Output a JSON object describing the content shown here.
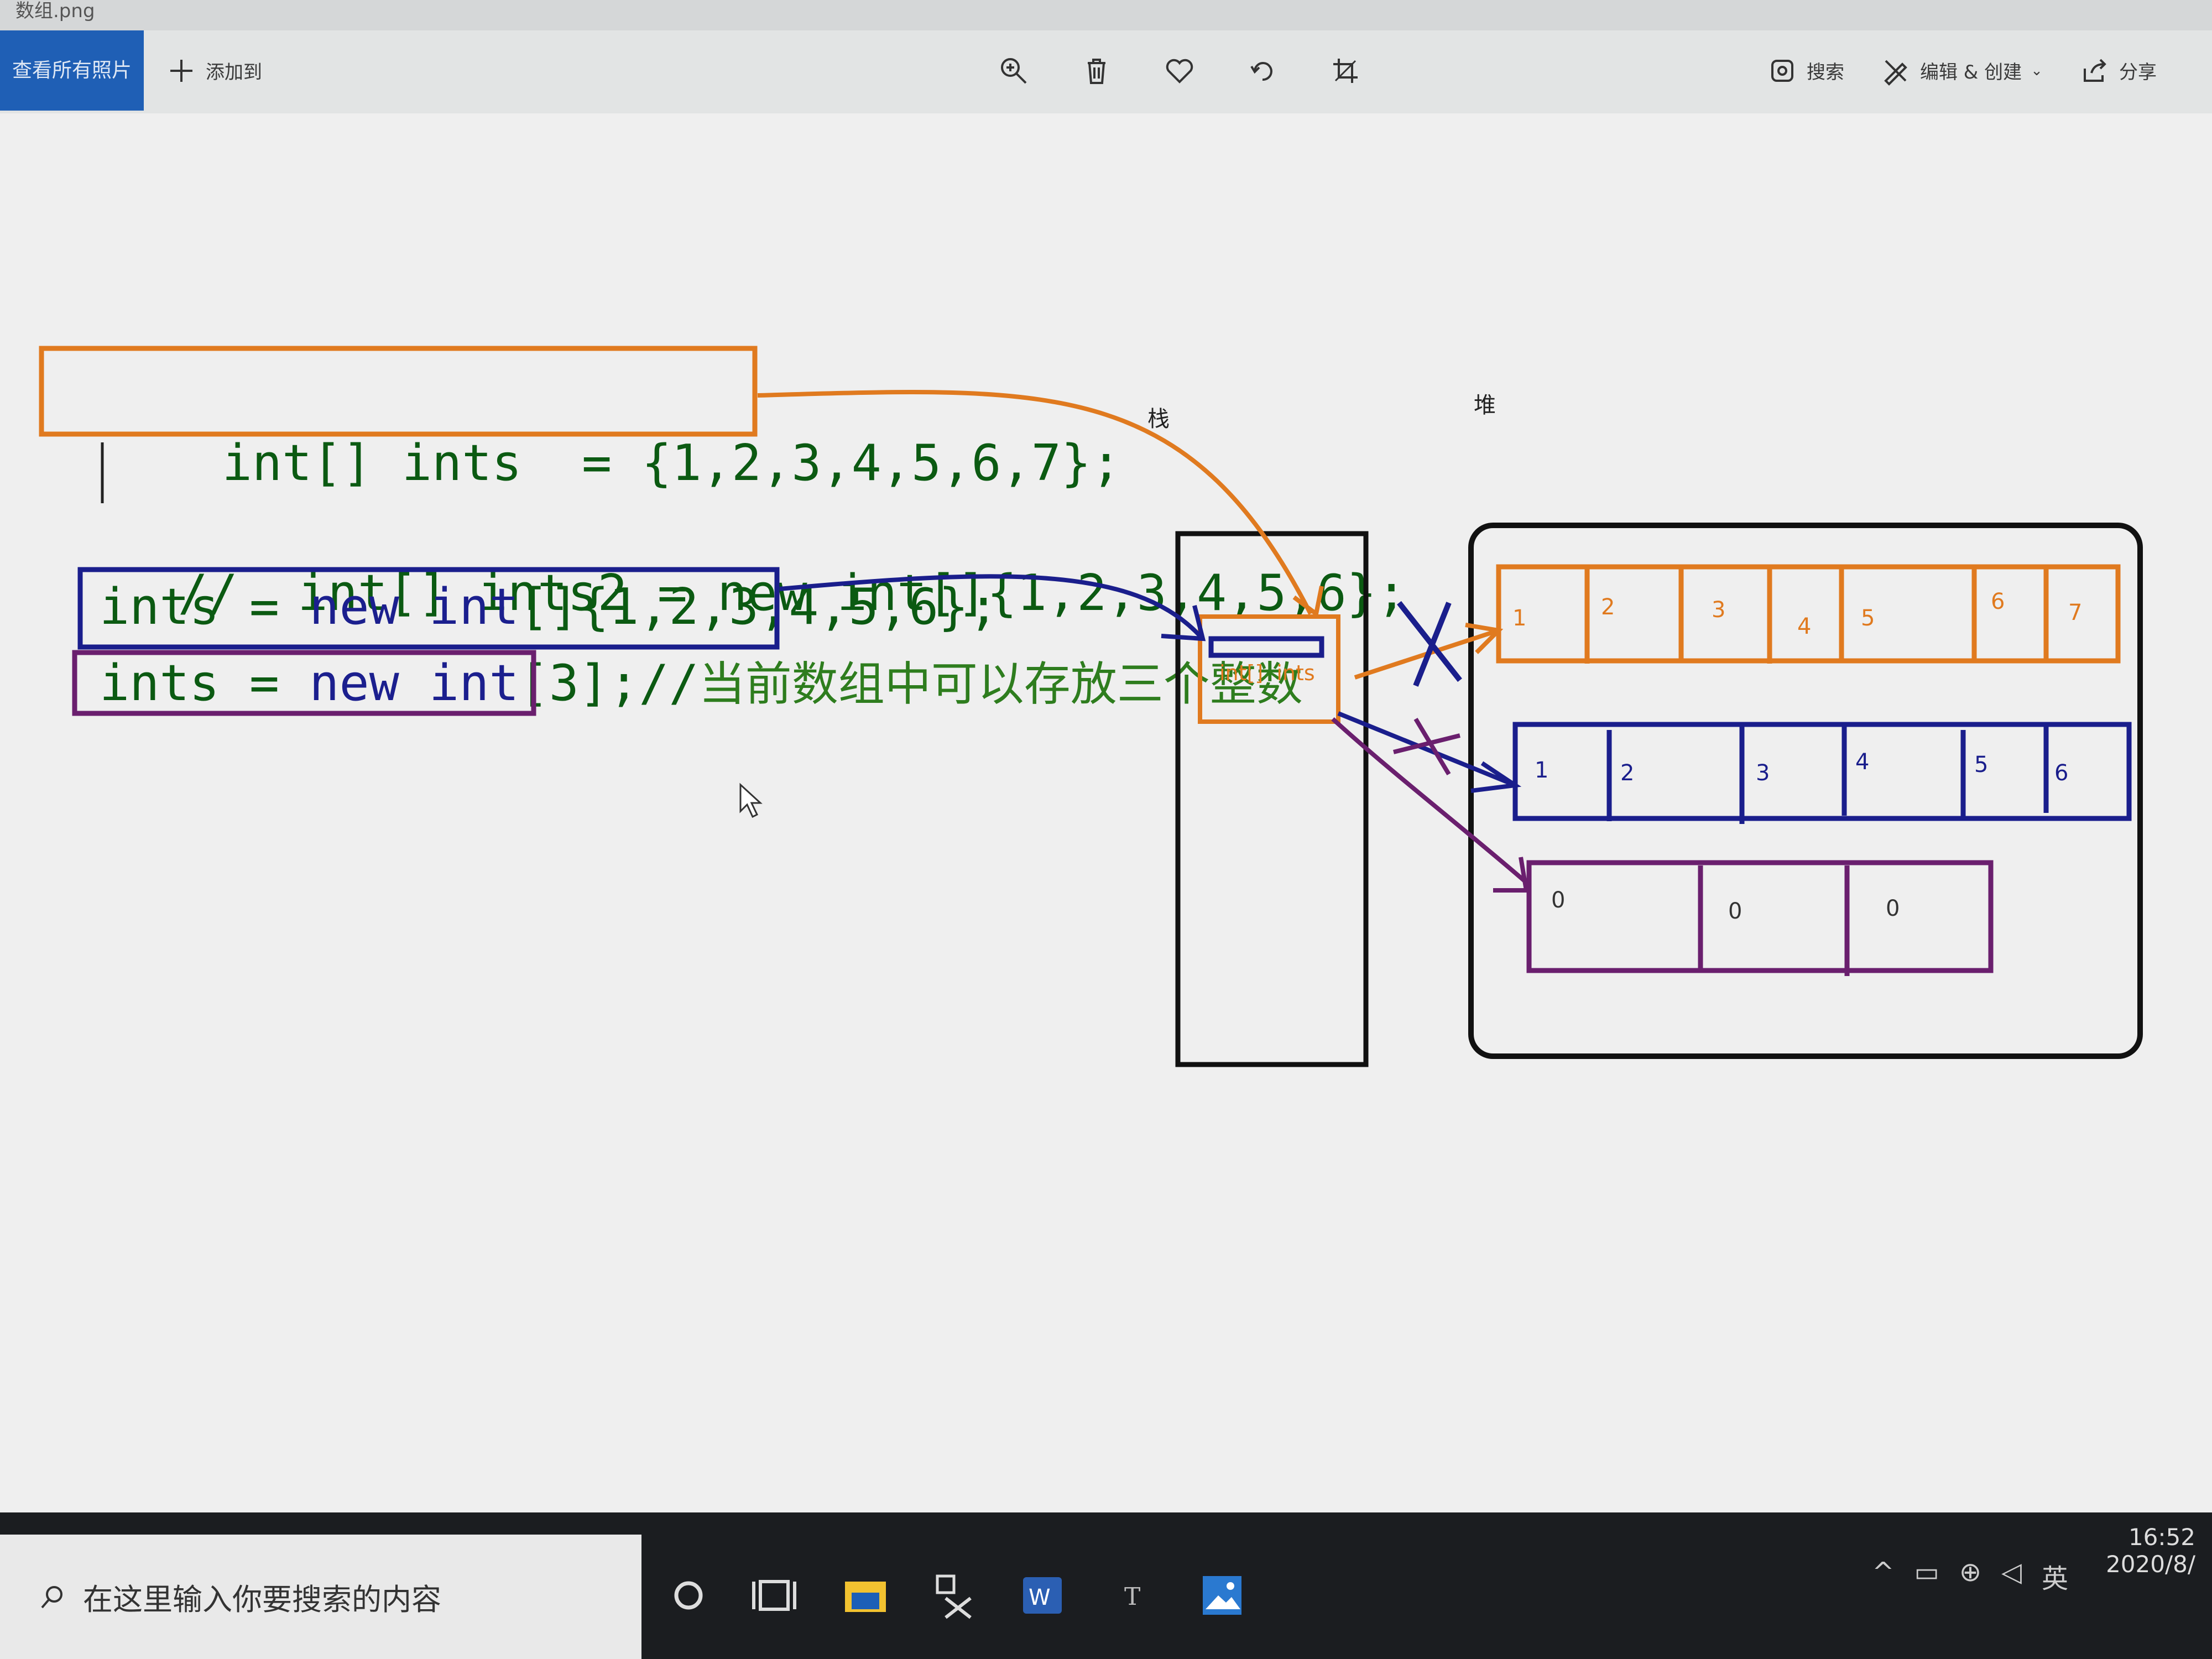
{
  "window": {
    "title": "数组.png"
  },
  "toolbar": {
    "view_all": "查看所有照片",
    "add_to": "添加到",
    "search": "搜索",
    "edit_create": "编辑 & 创建",
    "share": "分享",
    "icons": [
      "zoom-icon",
      "delete-icon",
      "favorite-icon",
      "rotate-icon",
      "crop-icon"
    ]
  },
  "diagram": {
    "line1": "int[] ints  = {1,2,3,4,5,6,7};",
    "line2_comment": "//  int[] ints2 = new int[]{1,2,3,4,5,6};",
    "line3_lhs": "ints = ",
    "line3_new": "new int",
    "line3_rest": "[]{1,2,3,4,5,6};",
    "line4_lhs": "ints = ",
    "line4_new": "new int",
    "line4_rest": "[3];//",
    "line4_comment": "当前数组中可以存放三个整数",
    "stack_label": "栈",
    "heap_label": "堆",
    "stack_var": "int[]  ints",
    "array_orange": [
      "1",
      "2",
      "3",
      "4",
      "5",
      "6",
      "7"
    ],
    "array_blue": [
      "1",
      "2",
      "3",
      "4",
      "5",
      "6"
    ],
    "array_purple": [
      "0",
      "0",
      "0"
    ],
    "colors": {
      "orange": "#e07a1f",
      "blue": "#1a1e8c",
      "purple": "#6a1f6e",
      "green": "#2e7d1e",
      "code": "#0b5a12",
      "keyword": "#1b1f8e"
    }
  },
  "taskbar": {
    "search_placeholder": "在这里输入你要搜索的内容",
    "ime": "英",
    "time": "16:52",
    "date": "2020/8/"
  }
}
